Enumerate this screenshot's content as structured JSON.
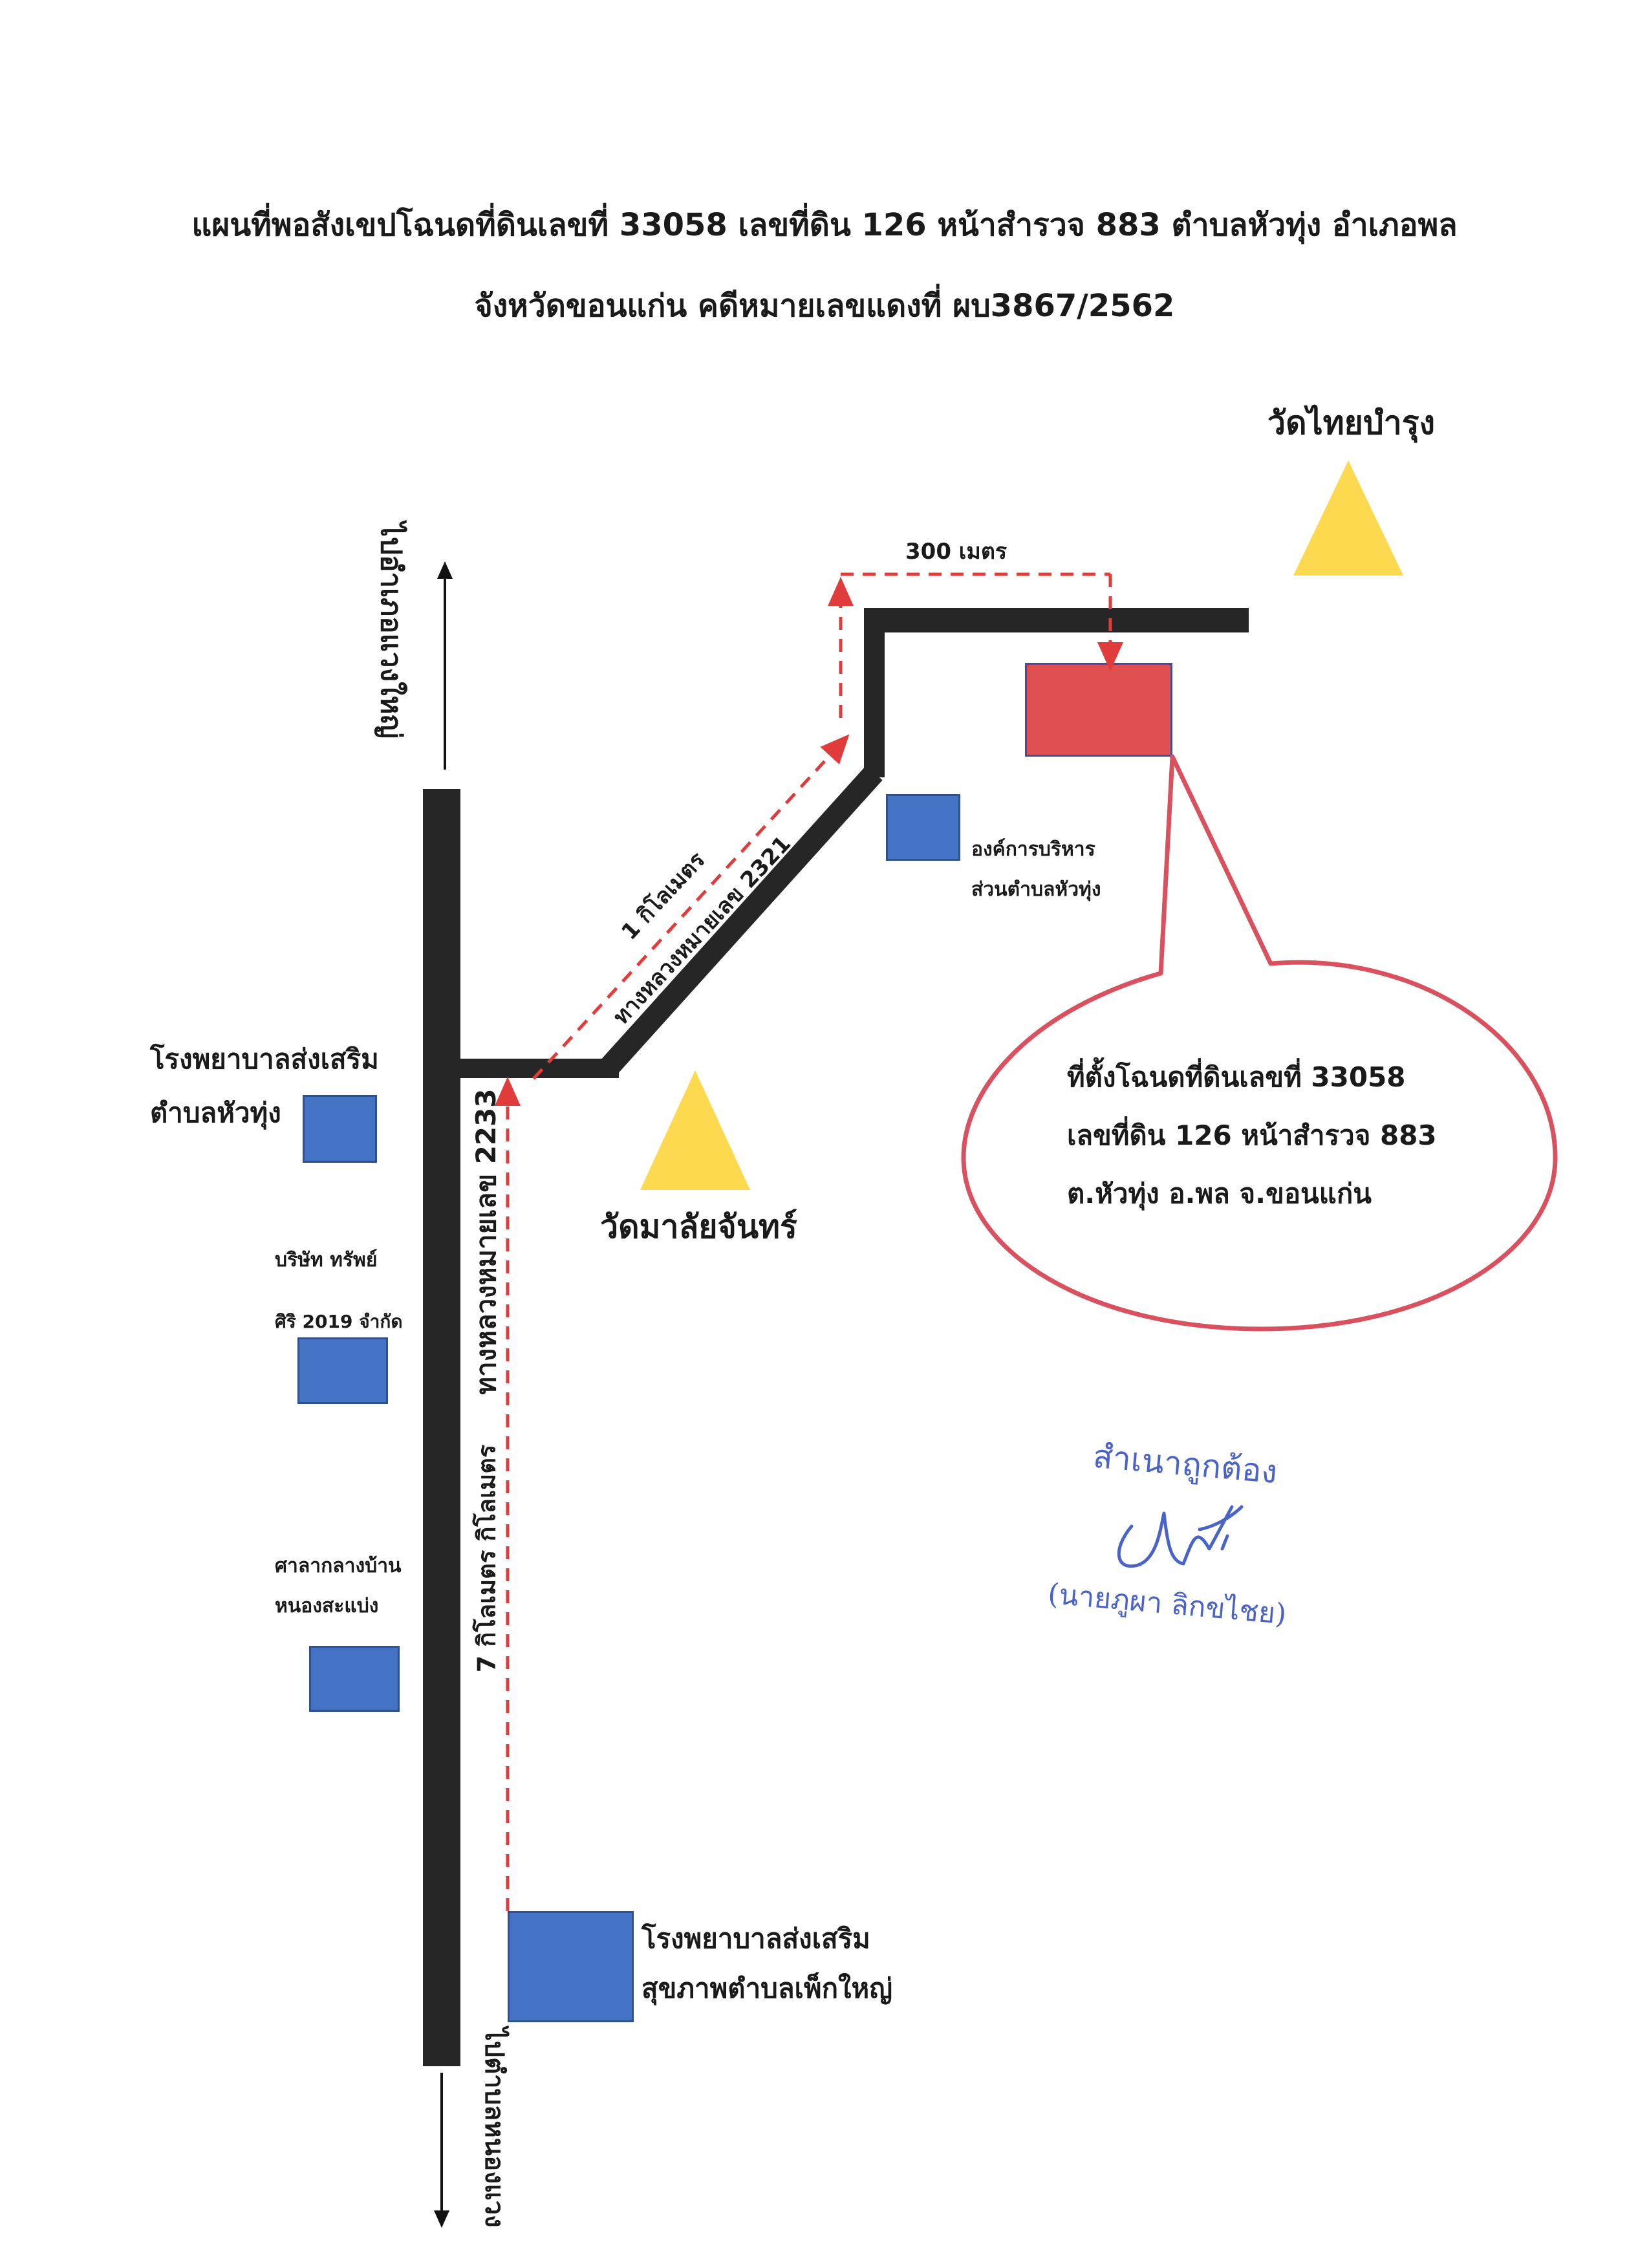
{
  "title": {
    "line1": "แผนที่พอสังเขปโฉนดที่ดินเลขที่ 33058 เลขที่ดิน 126 หน้าสำรวจ 883 ตำบลหัวทุ่ง อำเภอพล",
    "line2": "จังหวัดขอนแก่น คดีหมายเลขแดงที่ ผบ3867/2562"
  },
  "directions": {
    "north": "ไปอำเภอแวงใหญ่",
    "south": "ไปตำบลหนองแวง"
  },
  "roads": {
    "road_2233": "ทางหลวงหมายเลข 2233",
    "road_2321": "ทางหลวงหมายเลข 2321"
  },
  "distances": {
    "seven_km": "7 กิโลเมตร กิโลเมตร",
    "one_km": "1 กิโลเมตร",
    "three_hundred_m": "300 เมตร"
  },
  "landmarks": {
    "temple_thai_bamrung": "วัดไทยบำรุง",
    "temple_malai_chan": "วัดมาลัยจันทร์",
    "sao_office_line1": "องค์การบริหาร",
    "sao_office_line2": "ส่วนตำบลหัวทุ่ง",
    "hospital_huathung_line1": "โรงพยาบาลส่งเสริม",
    "hospital_huathung_line2": "ตำบลหัวทุ่ง",
    "company_line1": "บริษัท ทรัพย์",
    "company_line2": "ศิริ 2019 จำกัด",
    "pavilion_line1": "ศาลากลางบ้าน",
    "pavilion_line2": "หนองสะแบ่ง",
    "hospital_phek_line1": "โรงพยาบาลส่งเสริม",
    "hospital_phek_line2": "สุขภาพตำบลเพ็กใหญ่"
  },
  "callout": {
    "line1": "ที่ตั้งโฉนดที่ดินเลขที่ 33058",
    "line2": "เลขที่ดิน 126 หน้าสำรวจ 883",
    "line3": "ต.หัวทุ่ง อ.พล จ.ขอนแก่น"
  },
  "stamp": {
    "certified": "สำเนาถูกต้อง",
    "name": "(นายภูผา  ลิกขไชย)"
  },
  "colors": {
    "road": "#262626",
    "building": "#4472c4",
    "plot": "#e05050",
    "temple": "#fcd94f",
    "route": "#e03c3c",
    "callout": "#d9505e",
    "stamp": "#4a63c8"
  }
}
